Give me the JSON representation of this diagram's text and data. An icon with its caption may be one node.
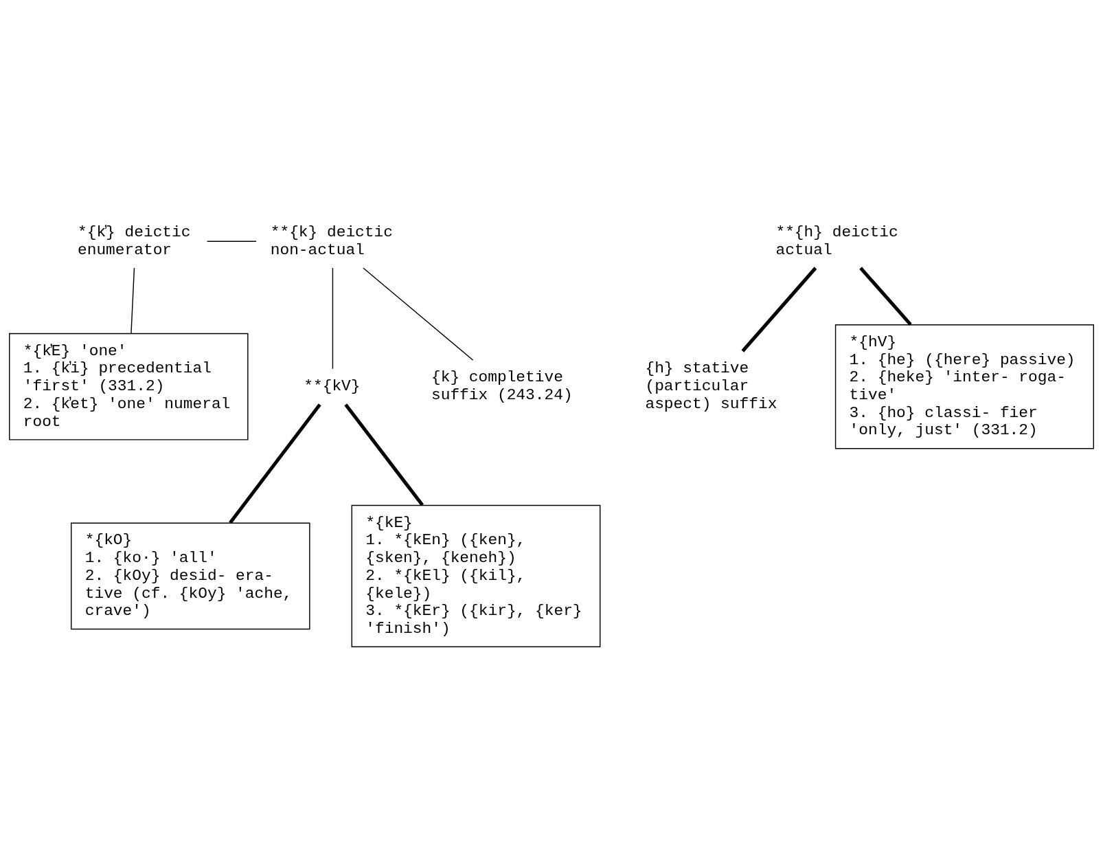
{
  "diagram": {
    "nodes": [
      {
        "text": [
          "*{k̓} deictic enumerator"
        ]
      },
      {
        "text": [
          "**{k} deictic non-actual"
        ]
      },
      {
        "text": [
          "**{h} deictic actual"
        ]
      },
      {
        "text": [
          "*{k̓E} 'one'",
          "1. {k̓i} precedential 'first' (331.2)",
          "2. {k̓et} 'one' numeral root"
        ]
      },
      {
        "text": [
          "**{kV}"
        ]
      },
      {
        "text": [
          "{k} completive suffix (243.24)"
        ]
      },
      {
        "text": [
          "{h} stative (particular aspect) suffix"
        ]
      },
      {
        "text": [
          "*{hV}",
          "1. {he} ({here} passive)",
          "2. {heke} 'inter- roga- tive'",
          "3. {ho} classi- fier 'only, just' (331.2)"
        ]
      },
      {
        "text": [
          "*{kO}",
          "1. {ko·} 'all'",
          "2. {kOy} desid- era- tive (cf. {kOy} 'ache, crave')"
        ]
      },
      {
        "text": [
          "*{kE}",
          "1. *{kEn} ({ken}, {sken}, {keneh})",
          "2. *{kEl} ({kil}, {kele})",
          "3. *{kEr} ({kir}, {ker} 'finish')"
        ]
      }
    ],
    "edges": [
      {
        "from": 0,
        "to": 1,
        "arrow": "none"
      },
      {
        "from": 0,
        "to": 3,
        "arrow": "none"
      },
      {
        "from": 1,
        "to": 4,
        "arrow": "none"
      },
      {
        "from": 1,
        "to": 5,
        "arrow": "none"
      },
      {
        "from": 2,
        "to": 6,
        "arrow": "none",
        "style": "thick"
      },
      {
        "from": 2,
        "to": 7,
        "arrow": "none",
        "style": "thick"
      },
      {
        "from": 4,
        "to": 8,
        "arrow": "none",
        "style": "thick"
      },
      {
        "from": 4,
        "to": 9,
        "arrow": "none",
        "style": "thick"
      }
    ]
  }
}
